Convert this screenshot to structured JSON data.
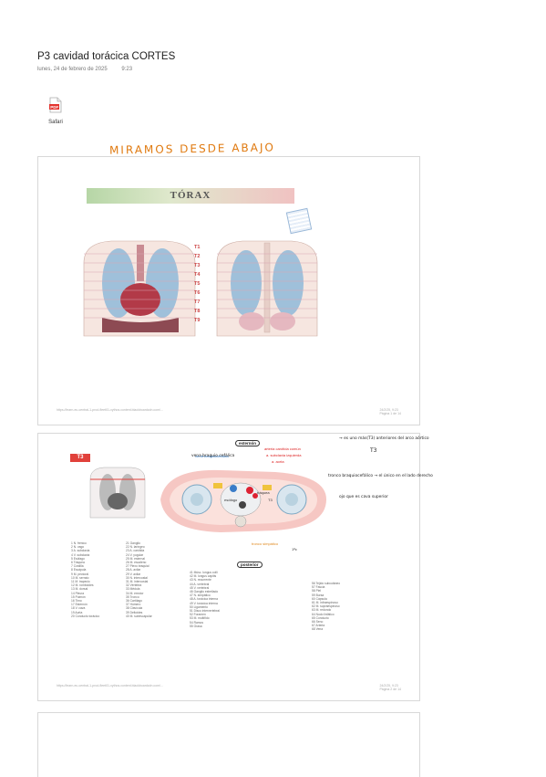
{
  "note": {
    "title": "P3 cavidad torácica CORTES",
    "date": "lunes, 24 de febrero de 2025",
    "time": "9:23"
  },
  "attachment": {
    "icon": "pdf-file-icon",
    "label": "Safari"
  },
  "handwriting": {
    "heading": "MIRAMOS DESDE ABAJO"
  },
  "page1": {
    "banner": "TÓRAX",
    "vertebrae": [
      "T1",
      "T2",
      "T3",
      "T4",
      "T5",
      "T6",
      "T7",
      "T8",
      "T9"
    ],
    "footer_url": "https://learn-eu-central-1-prod-fleet01-xythos.content.blackboardcdn.com/...",
    "footer_date": "24/2/25, 9:23",
    "footer_page": "Página 1 de 14"
  },
  "page2": {
    "section_tag": "T3",
    "annotations": {
      "top_right": "→ es uno más(T3) anteriores del arco aórtico",
      "t3": "T3",
      "sternum": "esternón",
      "red_label_1": "arteria carótida común",
      "red_label_2": "a. subclavia izquierda",
      "red_label_3": "a. aorta",
      "blue_label": "vena braquiocefálica",
      "orange_mid": "tronco braquiocefálico → el único en el lado derecho",
      "orange_left": "vena braquio cefálica",
      "orange_bottom": "tronco simpático",
      "orange_right": "ojo que es cava superior",
      "body_num": "T3",
      "esofago": "esófago",
      "traquea": "tráquea",
      "costilla": "1ªc",
      "posterior": "posterior"
    },
    "footer_url": "https://learn-eu-central-1-prod-fleet01-xythos.content.blackboardcdn.com/...",
    "footer_date": "24/2/25, 9:23",
    "footer_page": "Página 2 de 14"
  },
  "colors": {
    "handwriting": "#e07a10",
    "banner_start": "#b6d6a6",
    "banner_end": "#f0c2c2",
    "heart_red": "#b23a48",
    "lung_blue": "#8fb8d8"
  }
}
